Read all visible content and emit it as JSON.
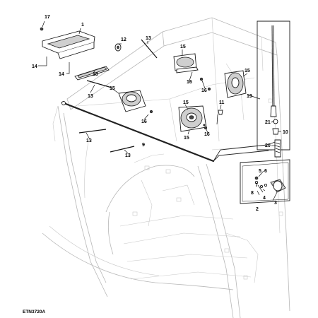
{
  "figure_code": "ETN3720A",
  "callouts": {
    "c1": "1",
    "c2": "2",
    "c3": "3",
    "c4": "4",
    "c5": "5",
    "c6": "6",
    "c7": "7",
    "c8": "8",
    "c9": "9",
    "c10": "10",
    "c11": "11",
    "c12": "12",
    "c13a": "13",
    "c13b": "13",
    "c13c": "13",
    "c13d": "13",
    "c14a": "14",
    "c14b": "14",
    "c15a": "15",
    "c15b": "15",
    "c15c": "15",
    "c15d": "15",
    "c16a": "16",
    "c16b": "16",
    "c16c": "16",
    "c16d": "16",
    "c17": "17",
    "c18": "18",
    "c19": "19",
    "c20": "20",
    "c21": "21"
  }
}
